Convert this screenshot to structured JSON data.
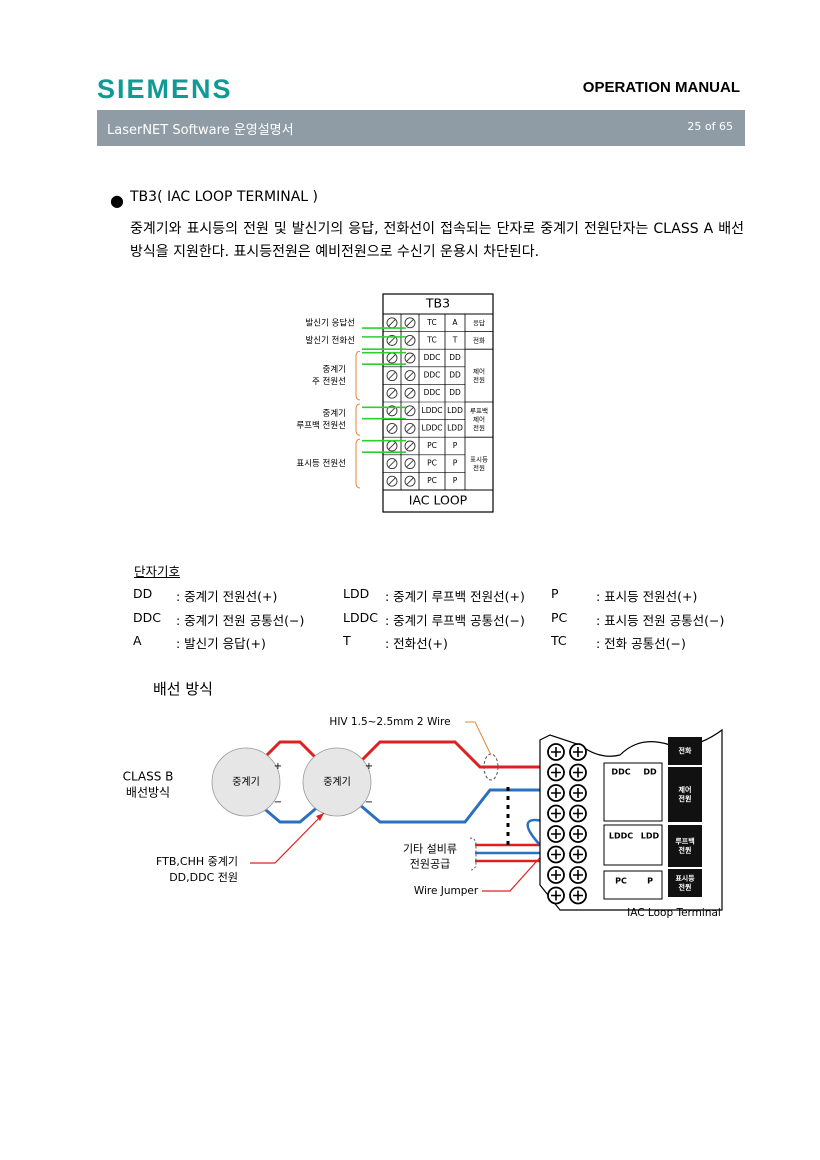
{
  "header": {
    "logo": "SIEMENS",
    "manual_title": "OPERATION MANUAL",
    "doc_title": "LaserNET Software  운영설명서",
    "page": "25 of 65"
  },
  "section": {
    "title": "TB3( IAC LOOP TERMINAL )",
    "paragraph": "중계기와 표시등의 전원 및 발신기의 응답, 전화선이 접속되는 단자로 중계기 전원단자는 CLASS A 배선방식을 지원한다. 표시등전원은 예비전원으로 수신기 운용시 차단된다."
  },
  "tb3": {
    "title": "TB3",
    "footer": "IAC LOOP",
    "rows": [
      {
        "c1": "TC",
        "c2": "A"
      },
      {
        "c1": "TC",
        "c2": "T"
      },
      {
        "c1": "DDC",
        "c2": "DD"
      },
      {
        "c1": "DDC",
        "c2": "DD"
      },
      {
        "c1": "DDC",
        "c2": "DD"
      },
      {
        "c1": "LDDC",
        "c2": "LDD"
      },
      {
        "c1": "LDDC",
        "c2": "LDD"
      },
      {
        "c1": "PC",
        "c2": "P"
      },
      {
        "c1": "PC",
        "c2": "P"
      },
      {
        "c1": "PC",
        "c2": "P"
      }
    ],
    "groups": [
      "응답",
      "전화",
      "제어\n전원",
      "루프백\n제어\n전원",
      "표시등\n전원"
    ],
    "left_labels": {
      "response": "발신기 응답선",
      "phone": "발신기 전화선",
      "repeater_power": "중계기\n주 전원선",
      "loopback": "중계기\n루프백 전원선",
      "indicator": "표시등 전원선"
    }
  },
  "legend": {
    "title": "단자기호",
    "rows": [
      [
        {
          "k": "DD",
          "v": ": 중계기 전원선(+)"
        },
        {
          "k": "LDD",
          "v": ": 중계기 루프백 전원선(+)"
        },
        {
          "k": "P",
          "v": ": 표시등 전원선(+)"
        }
      ],
      [
        {
          "k": "DDC",
          "v": ": 중계기 전원 공통선(−)"
        },
        {
          "k": "LDDC",
          "v": ": 중계기 루프백 공통선(−)"
        },
        {
          "k": "PC",
          "v": ": 표시등 전원 공통선(−)"
        }
      ],
      [
        {
          "k": "A",
          "v": ": 발신기 응답(+)"
        },
        {
          "k": "T",
          "v": ": 전화선(+)"
        },
        {
          "k": "TC",
          "v": ": 전화 공통선(−)"
        }
      ]
    ]
  },
  "wiring": {
    "title": "배선 방식",
    "class_label": "CLASS B\n배선방식",
    "repeater": "중계기",
    "plus": "+",
    "minus": "−",
    "wire_spec": "HIV 1.5~2.5mm 2 Wire",
    "other_equipment": "기타 설비류\n전원공급",
    "jumper": "Wire Jumper",
    "ftb": "FTB,CHH 중계기\nDD,DDC 전원",
    "terminal": "IAC Loop Terminal",
    "panel": {
      "phone": "전화",
      "ddc": "DDC",
      "dd": "DD",
      "control_power": "제어\n전원",
      "lddc": "LDDC",
      "ldd": "LDD",
      "loopback_power": "루프백\n전원",
      "pc": "PC",
      "p": "P",
      "indicator_power": "표시등\n전원"
    }
  },
  "colors": {
    "brand": "#0f9a96",
    "bar": "#8f9ca5",
    "wire_red": "#e02020",
    "wire_blue": "#2a6fc0",
    "wire_green": "#2fcf2f",
    "bracket": "#e0873a"
  }
}
